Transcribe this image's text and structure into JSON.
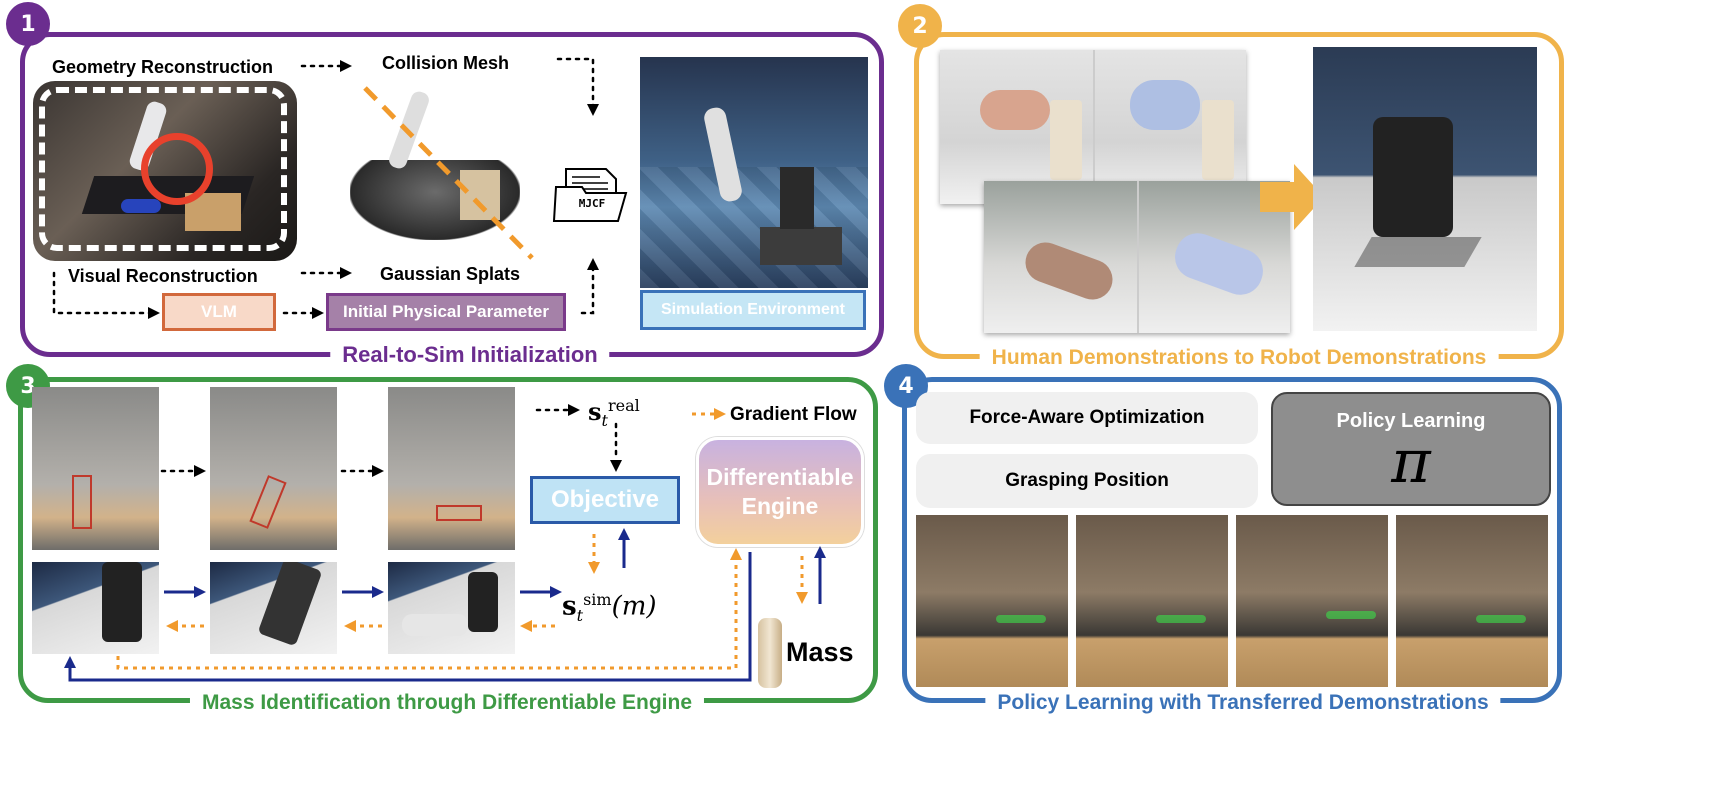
{
  "panel1": {
    "number": "1",
    "title": "Real-to-Sim Initialization",
    "geometry_label": "Geometry Reconstruction",
    "collision_label": "Collision Mesh",
    "visual_label": "Visual Reconstruction",
    "splats_label": "Gaussian Splats",
    "mjcf_label": "MJCF",
    "vlm_label": "VLM",
    "param_label": "Initial Physical Parameter",
    "sim_env_label": "Simulation Environment"
  },
  "panel2": {
    "number": "2",
    "title": "Human Demonstrations to Robot Demonstrations"
  },
  "panel3": {
    "number": "3",
    "title": "Mass Identification through Differentiable Engine",
    "s_real_label": "s",
    "s_real_sub": "t",
    "s_real_sup": "real",
    "s_sim_label": "s",
    "s_sim_sub": "t",
    "s_sim_sup": "sim",
    "s_sim_arg": "(m)",
    "gradient_label": "Gradient Flow",
    "objective_label": "Objective",
    "engine_label": "Differentiable Engine",
    "mass_label": "Mass"
  },
  "panel4": {
    "number": "4",
    "title": "Policy Learning with Transferred Demonstrations",
    "force_label": "Force-Aware Optimization",
    "grasp_label": "Grasping Position",
    "policy_label": "Policy Learning",
    "pi_symbol": "π"
  },
  "colors": {
    "purple": "#6b2d8f",
    "orange": "#f0b34a",
    "green": "#3e9a45",
    "blue": "#3a72b8",
    "navy": "#1a2a8c",
    "arrow_orange": "#f19a2c",
    "vlm_border": "#d2693c",
    "vlm_fill": "#f8d9c8",
    "param_fill": "#a581a8",
    "param_border": "#7a3a8a",
    "sim_fill": "#c5e6f5",
    "sim_border": "#3a72b8",
    "objective_fill": "#bfe3f5",
    "objective_border": "#2a5aa8"
  }
}
